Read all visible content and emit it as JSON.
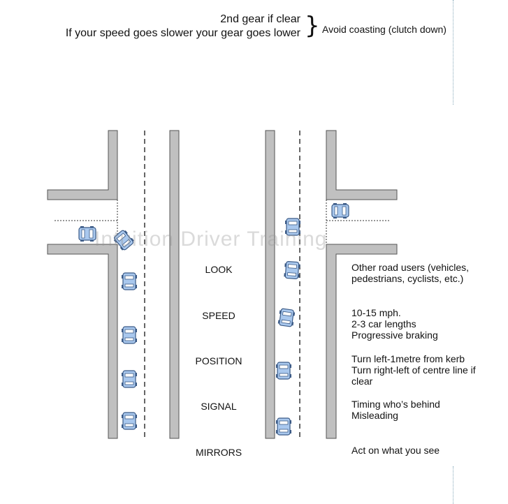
{
  "header": {
    "line1": "2nd gear if clear",
    "line2": "If your speed goes slower your gear  goes lower",
    "side_note": "Avoid coasting (clutch down)"
  },
  "watermark": "Intuition Driver Training",
  "stages": [
    {
      "name": "LOOK",
      "note": "Other road users (vehicles,\npedestrians, cyclists, etc.)"
    },
    {
      "name": "SPEED",
      "note": "10-15 mph.\n2-3 car lengths\nProgressive braking"
    },
    {
      "name": "POSITION",
      "note": "Turn left-1metre from kerb\nTurn right-left of centre line if\nclear"
    },
    {
      "name": "SIGNAL",
      "note": "Timing who’s behind\nMisleading"
    },
    {
      "name": "MIRRORS",
      "note": "Act on what you see"
    }
  ],
  "colors": {
    "kerb_fill": "#c0c0c0",
    "kerb_stroke": "#555555",
    "car_body": "#a9c8ee",
    "car_stroke": "#3b5a86"
  }
}
